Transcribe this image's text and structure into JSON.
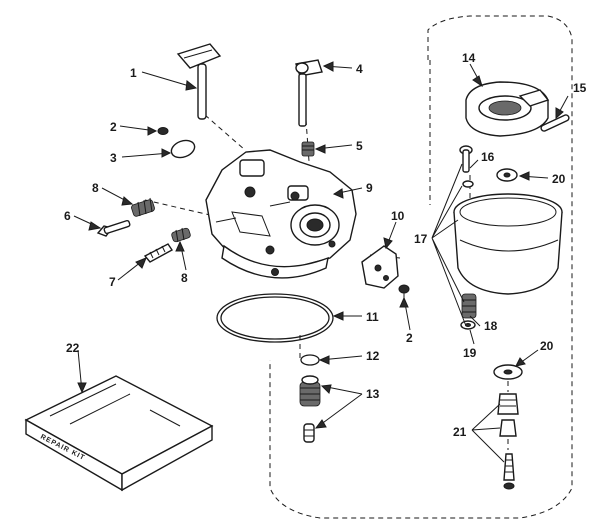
{
  "labels": {
    "l1": "1",
    "l2a": "2",
    "l2b": "2",
    "l3": "3",
    "l4": "4",
    "l5": "5",
    "l6": "6",
    "l7": "7",
    "l8a": "8",
    "l8b": "8",
    "l9": "9",
    "l10": "10",
    "l11": "11",
    "l12": "12",
    "l13": "13",
    "l14": "14",
    "l15": "15",
    "l16": "16",
    "l17": "17",
    "l18": "18",
    "l19": "19",
    "l20a": "20",
    "l20b": "20",
    "l21": "21",
    "l22": "22"
  },
  "kit_text": "REPAIR KIT"
}
